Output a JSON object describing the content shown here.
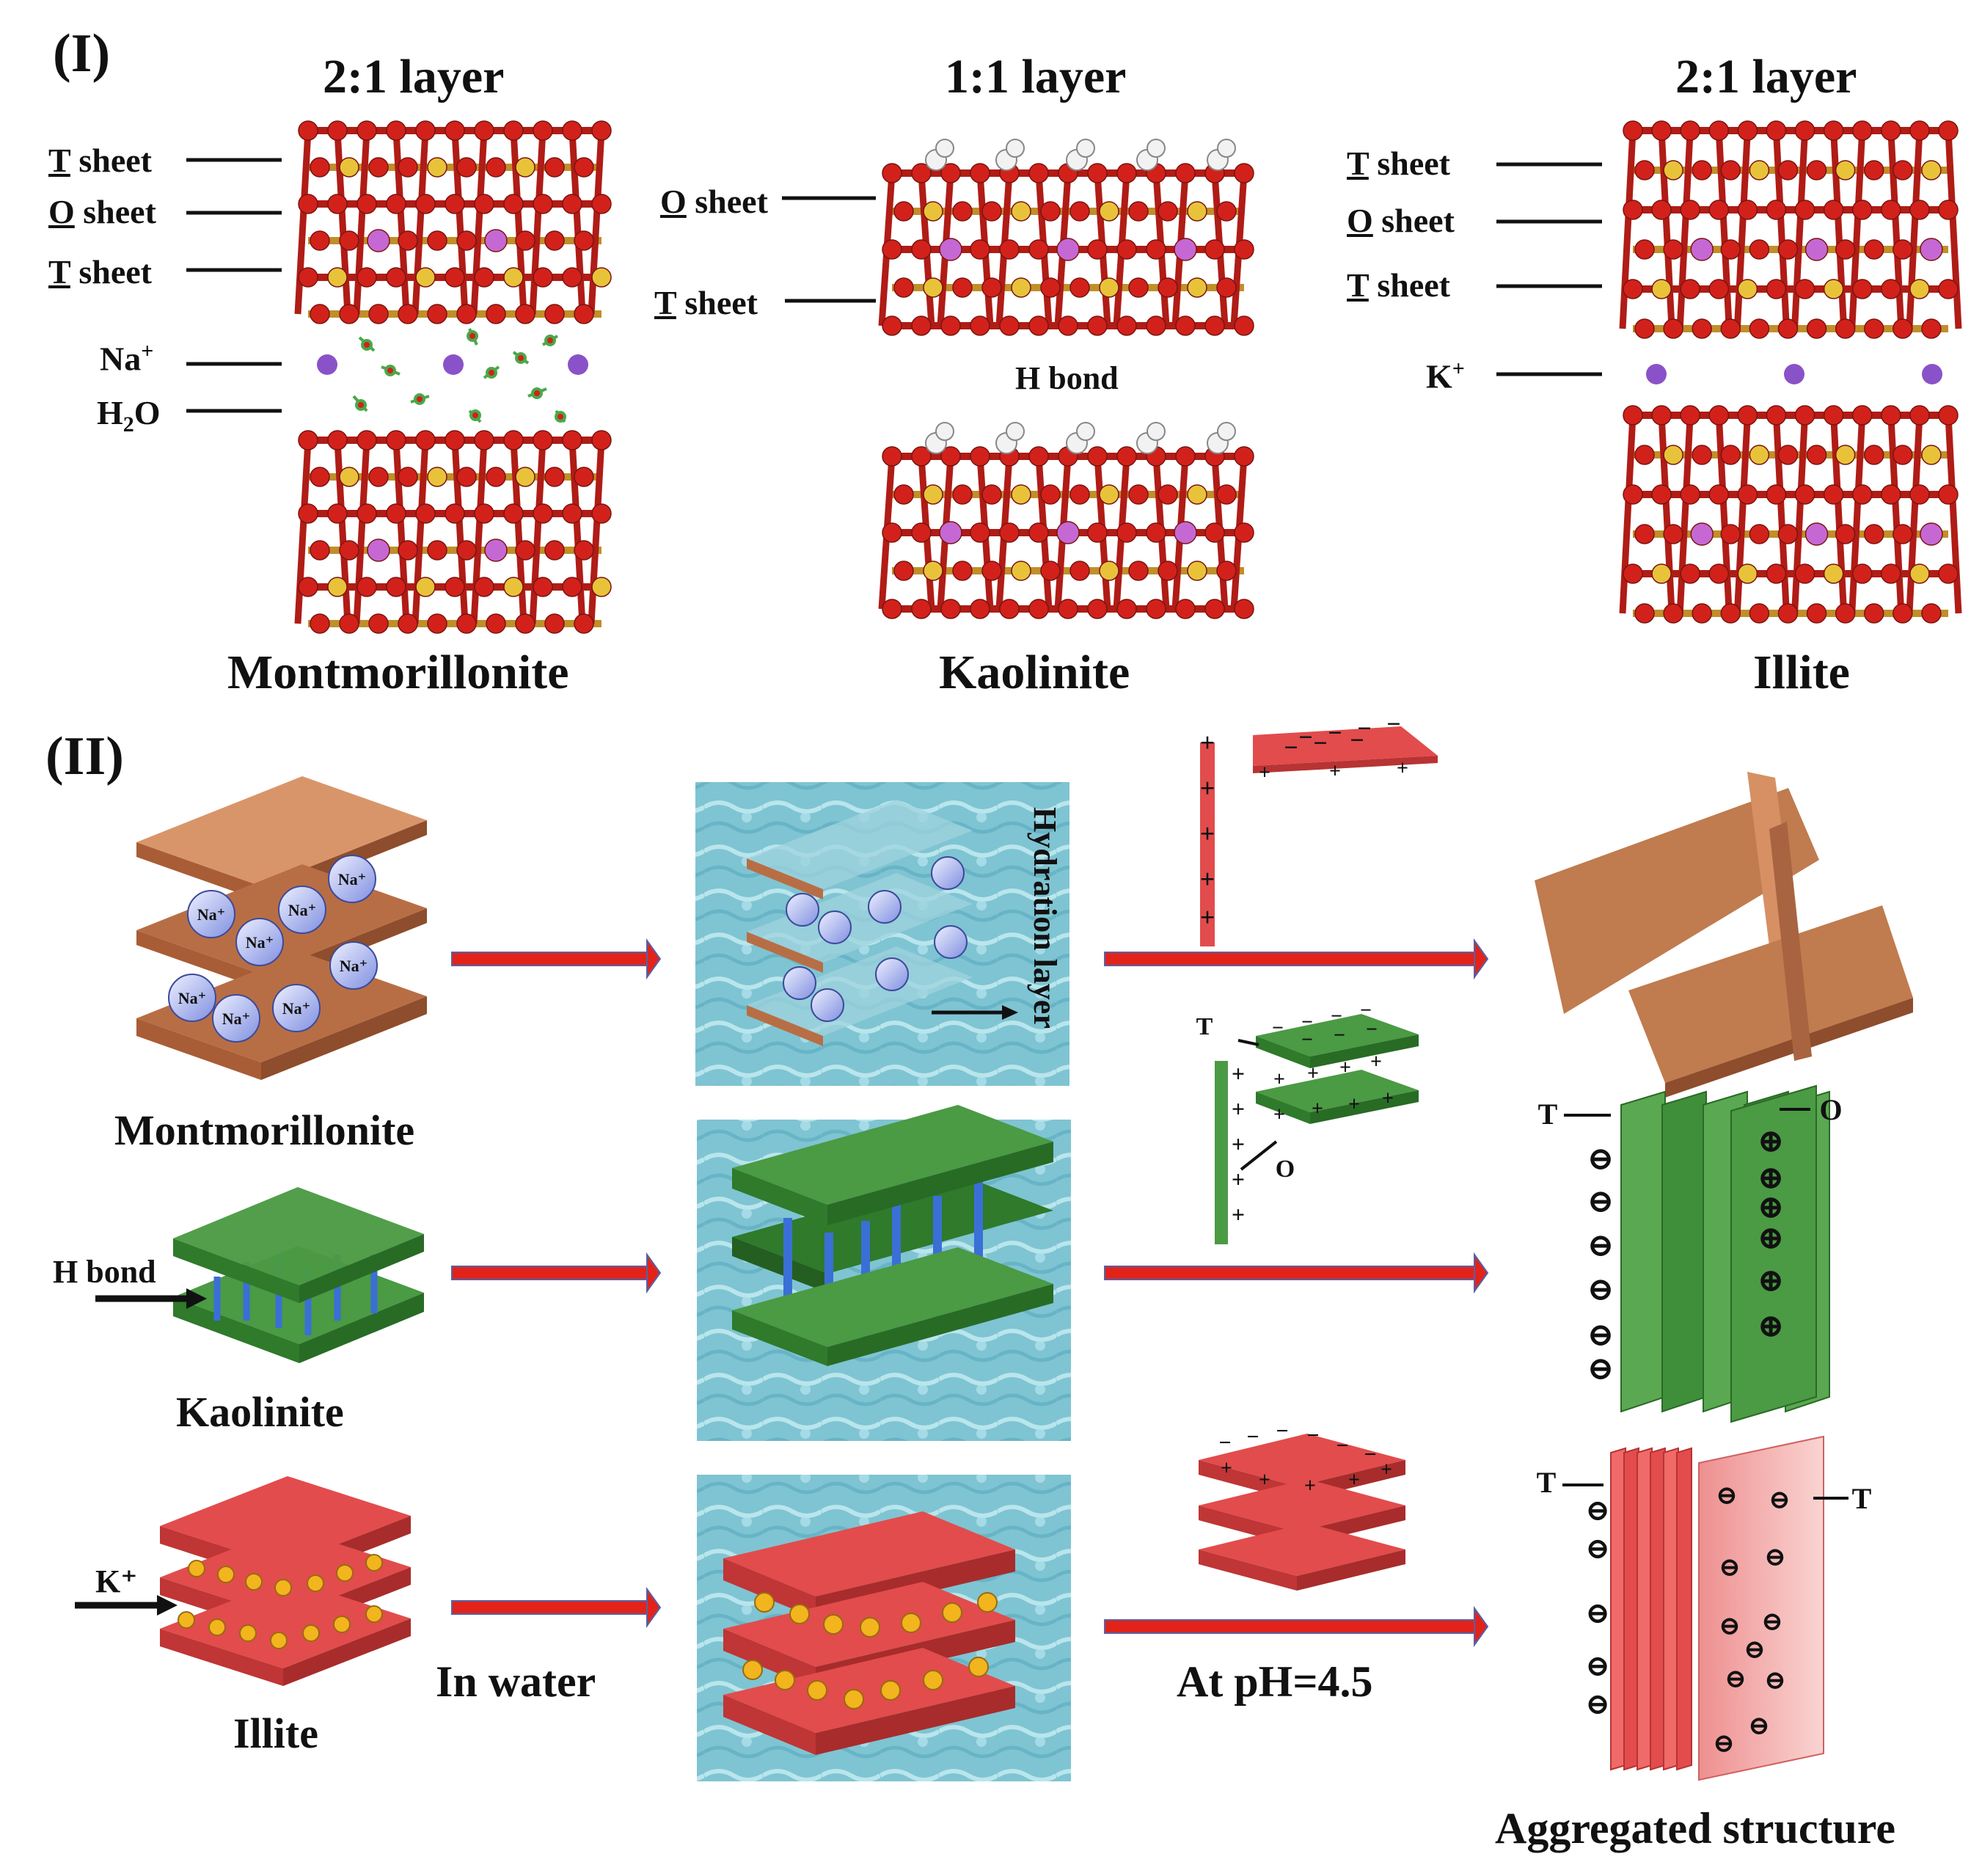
{
  "panel_I": {
    "label": "(I)",
    "structures": [
      {
        "layer_type": "2:1 layer",
        "mineral": "Montmorillonite",
        "sheet_labels": [
          {
            "letter": "T",
            "rest": " sheet"
          },
          {
            "letter": "O",
            "rest": " sheet"
          },
          {
            "letter": "T",
            "rest": " sheet"
          }
        ],
        "interlayer": {
          "ion": "Na",
          "ion_charge": "+",
          "water_prefix": "H",
          "water_sub": "2",
          "water_suffix": "O"
        }
      },
      {
        "layer_type": "1:1 layer",
        "mineral": "Kaolinite",
        "sheet_labels": [
          {
            "letter": "O",
            "rest": " sheet"
          },
          {
            "letter": "T",
            "rest": " sheet"
          }
        ],
        "interlayer_label": "H bond"
      },
      {
        "layer_type": "2:1 layer",
        "mineral": "Illite",
        "sheet_labels": [
          {
            "letter": "T",
            "rest": " sheet"
          },
          {
            "letter": "O",
            "rest": " sheet"
          },
          {
            "letter": "T",
            "rest": " sheet"
          }
        ],
        "interlayer": {
          "ion": "K",
          "ion_charge": "+"
        }
      }
    ]
  },
  "panel_II": {
    "label": "(II)",
    "minerals": [
      "Montmorillonite",
      "Kaolinite",
      "Illite"
    ],
    "hydration_label": "Hydration layer",
    "h_bond_label": "H bond",
    "k_label": "K⁺",
    "na_label": "Na⁺",
    "in_water_label": "In water",
    "ph_label": "At pH=4.5",
    "aggregated_label": "Aggregated structure",
    "t_label": "T",
    "o_label": "O",
    "plus_sign": "+",
    "minus_sign": "−",
    "ominus": "⊖",
    "oplus": "⊕"
  },
  "colors": {
    "montmorillonite": "#c07b4f",
    "kaolinite": "#3f8f3a",
    "illite": "#e24c4c",
    "oxygen": "#d2211b",
    "silicon": "#e8c33a",
    "aluminium": "#c568d4",
    "cation_purple": "#8a52c8",
    "k_bead": "#f2b51e",
    "h_bond": "#3a6fd6",
    "arrow_red": "#e2231a",
    "water": "#7fc8d6"
  }
}
